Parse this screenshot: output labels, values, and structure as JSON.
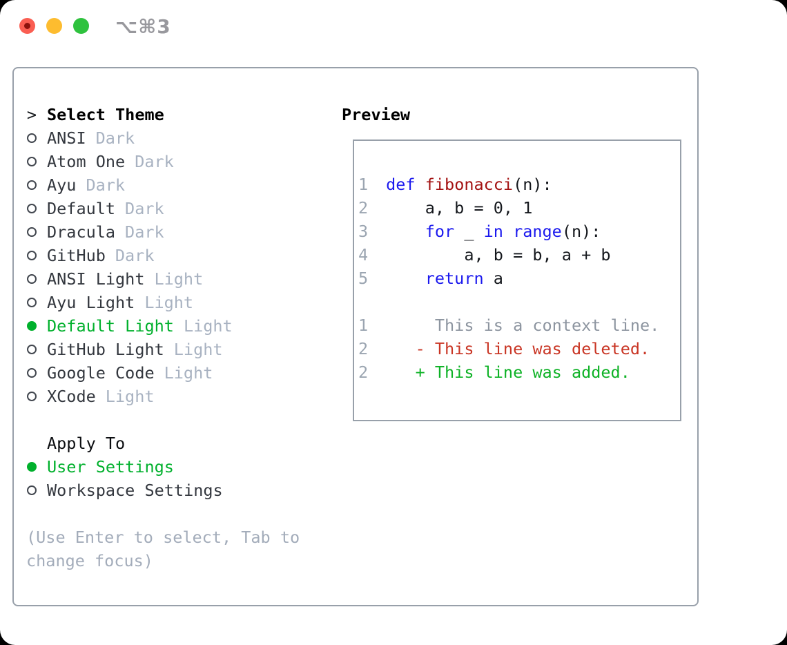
{
  "window": {
    "titlebar": {
      "shortcut_label": "⌥⌘3"
    }
  },
  "theme_picker": {
    "prompt": ">",
    "heading": "Select Theme",
    "items": [
      {
        "name": "ANSI",
        "tag": "Dark",
        "selected": false
      },
      {
        "name": "Atom One",
        "tag": "Dark",
        "selected": false
      },
      {
        "name": "Ayu",
        "tag": "Dark",
        "selected": false
      },
      {
        "name": "Default",
        "tag": "Dark",
        "selected": false
      },
      {
        "name": "Dracula",
        "tag": "Dark",
        "selected": false
      },
      {
        "name": "GitHub",
        "tag": "Dark",
        "selected": false
      },
      {
        "name": "ANSI Light",
        "tag": "Light",
        "selected": false
      },
      {
        "name": "Ayu Light",
        "tag": "Light",
        "selected": false
      },
      {
        "name": "Default Light",
        "tag": "Light",
        "selected": true
      },
      {
        "name": "GitHub Light",
        "tag": "Light",
        "selected": false
      },
      {
        "name": "Google Code",
        "tag": "Light",
        "selected": false
      },
      {
        "name": "XCode",
        "tag": "Light",
        "selected": false
      }
    ]
  },
  "apply_to": {
    "heading": "Apply To",
    "options": [
      {
        "label": "User Settings",
        "selected": true
      },
      {
        "label": "Workspace Settings",
        "selected": false
      }
    ]
  },
  "hint": "(Use Enter to select, Tab to change focus)",
  "preview": {
    "title": "Preview",
    "lines": [
      {
        "num": "1",
        "tokens": [
          "def",
          " ",
          "fibonacci",
          "(n):"
        ]
      },
      {
        "num": "2",
        "tokens": [
          "    a, b = 0, 1"
        ]
      },
      {
        "num": "3",
        "tokens": [
          "    ",
          "for",
          " _ ",
          "in",
          " ",
          "range",
          "(n):"
        ]
      },
      {
        "num": "4",
        "tokens": [
          "        a, b = b, a + b"
        ]
      },
      {
        "num": "5",
        "tokens": [
          "    ",
          "return",
          " a"
        ]
      },
      {
        "num": "",
        "tokens": [
          ""
        ]
      },
      {
        "num": "1",
        "tokens": [
          "     This is a context line."
        ]
      },
      {
        "num": "2",
        "tokens": [
          "   - This line was deleted."
        ]
      },
      {
        "num": "2",
        "tokens": [
          "   + This line was added."
        ]
      }
    ]
  },
  "palette": {
    "selected_green": "#00b02c",
    "added_green": "#0eb226",
    "deleted_red": "#c93524",
    "keyword_blue": "#1b19ee",
    "function_dark_red": "#a31212",
    "tag_muted_gray": "#a8b2c1",
    "line_number_gray": "#9ba5b1",
    "hint_gray": "#a3acba",
    "border_gray": "#98a0aa",
    "traffic_red": "#fa5e52",
    "traffic_yellow": "#fdbc2f",
    "traffic_green": "#2fc23e"
  }
}
